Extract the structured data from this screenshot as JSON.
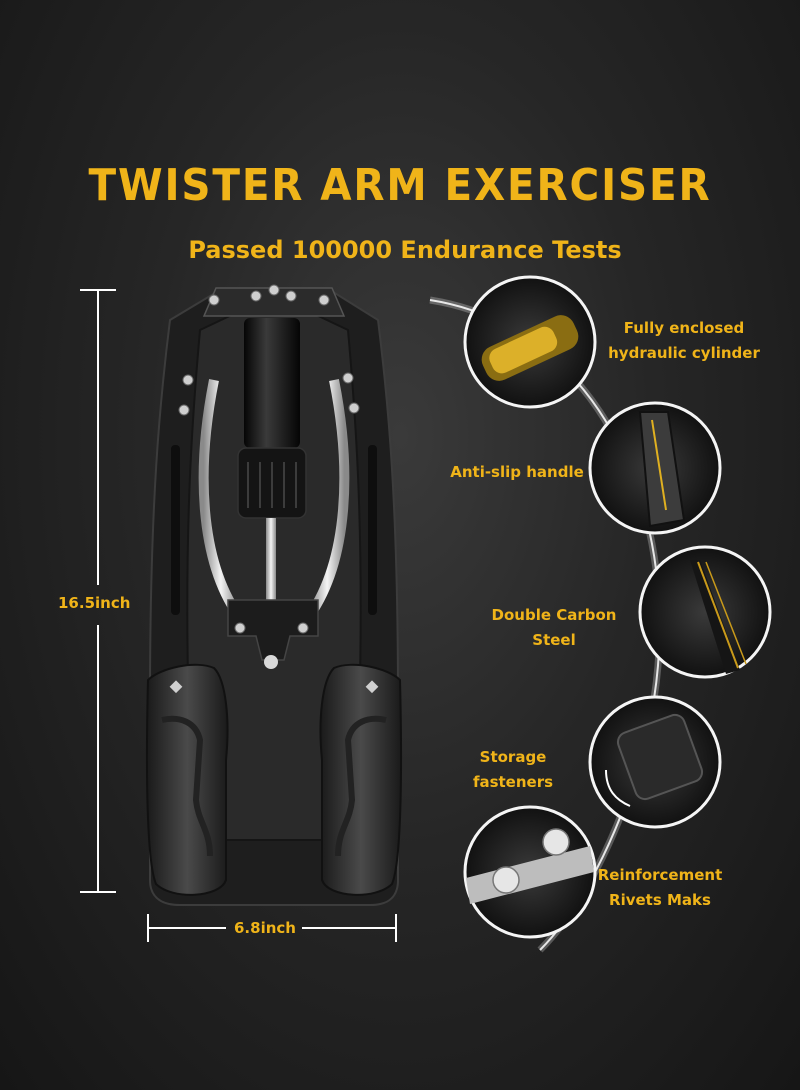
{
  "title": "TWISTER ARM EXERCISER",
  "subtitle": "Passed 100000 Endurance Tests",
  "dimensions": {
    "height_label": "16.5inch",
    "width_label": "6.8inch"
  },
  "features": [
    {
      "line1": "Fully enclosed",
      "line2": "hydraulic cylinder"
    },
    {
      "line1": "Anti-slip handle",
      "line2": ""
    },
    {
      "line1": "Double Carbon Steel",
      "line2": ""
    },
    {
      "line1": "Storage fasteners",
      "line2": ""
    },
    {
      "line1": "Reinforcement",
      "line2": "Rivets Maks"
    }
  ],
  "colors": {
    "accent": "#f0b419",
    "background": "#262626"
  }
}
